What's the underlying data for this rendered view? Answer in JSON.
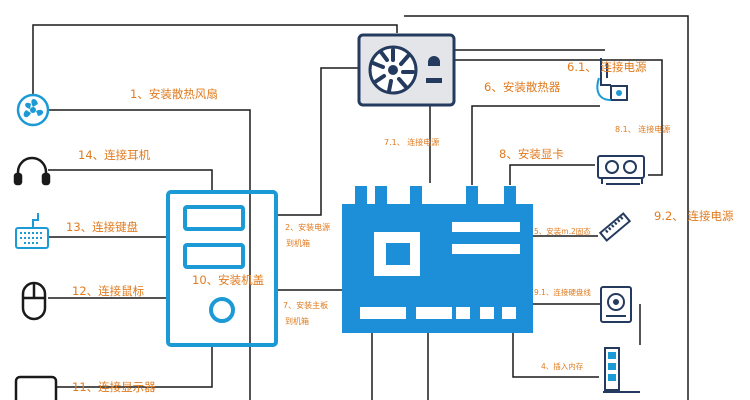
{
  "labels": {
    "install_fan": "1、安装散热风扇",
    "headphones": "14、连接耳机",
    "keyboard": "13、连接键盘",
    "mouse": "12、连接鼠标",
    "monitor": "11、连接显示器",
    "case": "10、安装机盖",
    "psu_line1": "2、安装电源",
    "psu_line2": "到机箱",
    "board_line1": "7、安装主板",
    "board_line2": "到机箱",
    "cpu_power": "7.1、 连接电源",
    "cooler": "6、安装散热器",
    "cooler_power": "6.1、 连接电源",
    "gpu_power": "8.1、 连接电源",
    "gpu": "8、安装显卡",
    "m2": "5、安装m.2固态",
    "hdd_power": "9.2、 连接电源",
    "hdd": "9.1、连接硬盘线",
    "ram": "4、插入内存"
  },
  "colors": {
    "accent_blue": "#1b9ad6",
    "board_blue": "#1d8fd8",
    "icon_dark": "#243a5e",
    "label_orange": "#e07b1f",
    "line": "#1a1a1a"
  },
  "icons": [
    "fan-icon",
    "headphones-icon",
    "keyboard-icon",
    "mouse-icon",
    "monitor-icon",
    "pc-case-icon",
    "motherboard-icon",
    "power-supply-icon",
    "cpu-cooler-icon",
    "graphics-card-icon",
    "m2-ssd-icon",
    "hard-drive-icon",
    "ram-stick-icon"
  ]
}
